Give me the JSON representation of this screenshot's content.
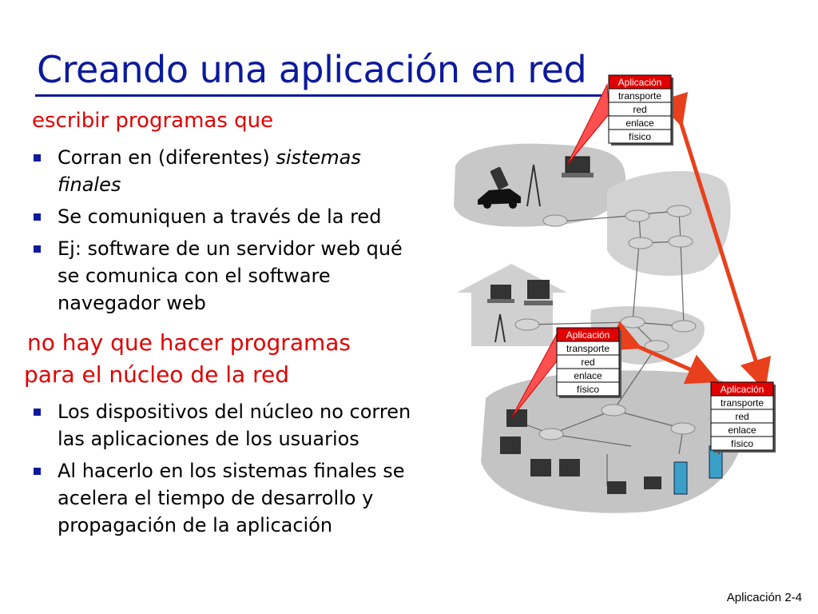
{
  "title": "Creando una aplicación en red",
  "section1": {
    "heading": "escribir programas que",
    "bullets": [
      {
        "text": "Corran en (diferentes) ",
        "em": "sistemas finales"
      },
      {
        "text": "Se comuniquen a través de la red",
        "em": ""
      },
      {
        "text": "Ej: software de un servidor web qué se comunica con el software navegador web",
        "em": ""
      }
    ]
  },
  "section2": {
    "heading_line1": "no hay que hacer programas",
    "heading_line2": "para el núcleo de la red",
    "bullets": [
      {
        "text": "Los dispositivos del núcleo no corren las aplicaciones de los usuarios"
      },
      {
        "text": "Al hacerlo en los sistemas finales se acelera el tiempo de desarrollo y propagación de la aplicación"
      }
    ]
  },
  "protocol_stack": {
    "layers": [
      "Aplicación",
      "transporte",
      "red",
      "enlace",
      "físico"
    ]
  },
  "colors": {
    "title": "#0c1a9c",
    "accent_red": "#e00000",
    "arrow": "#e8401c",
    "cloud": "#c8c8c8",
    "router": "#d4d4d4"
  },
  "footer": {
    "label": "Aplicación 2-4"
  }
}
